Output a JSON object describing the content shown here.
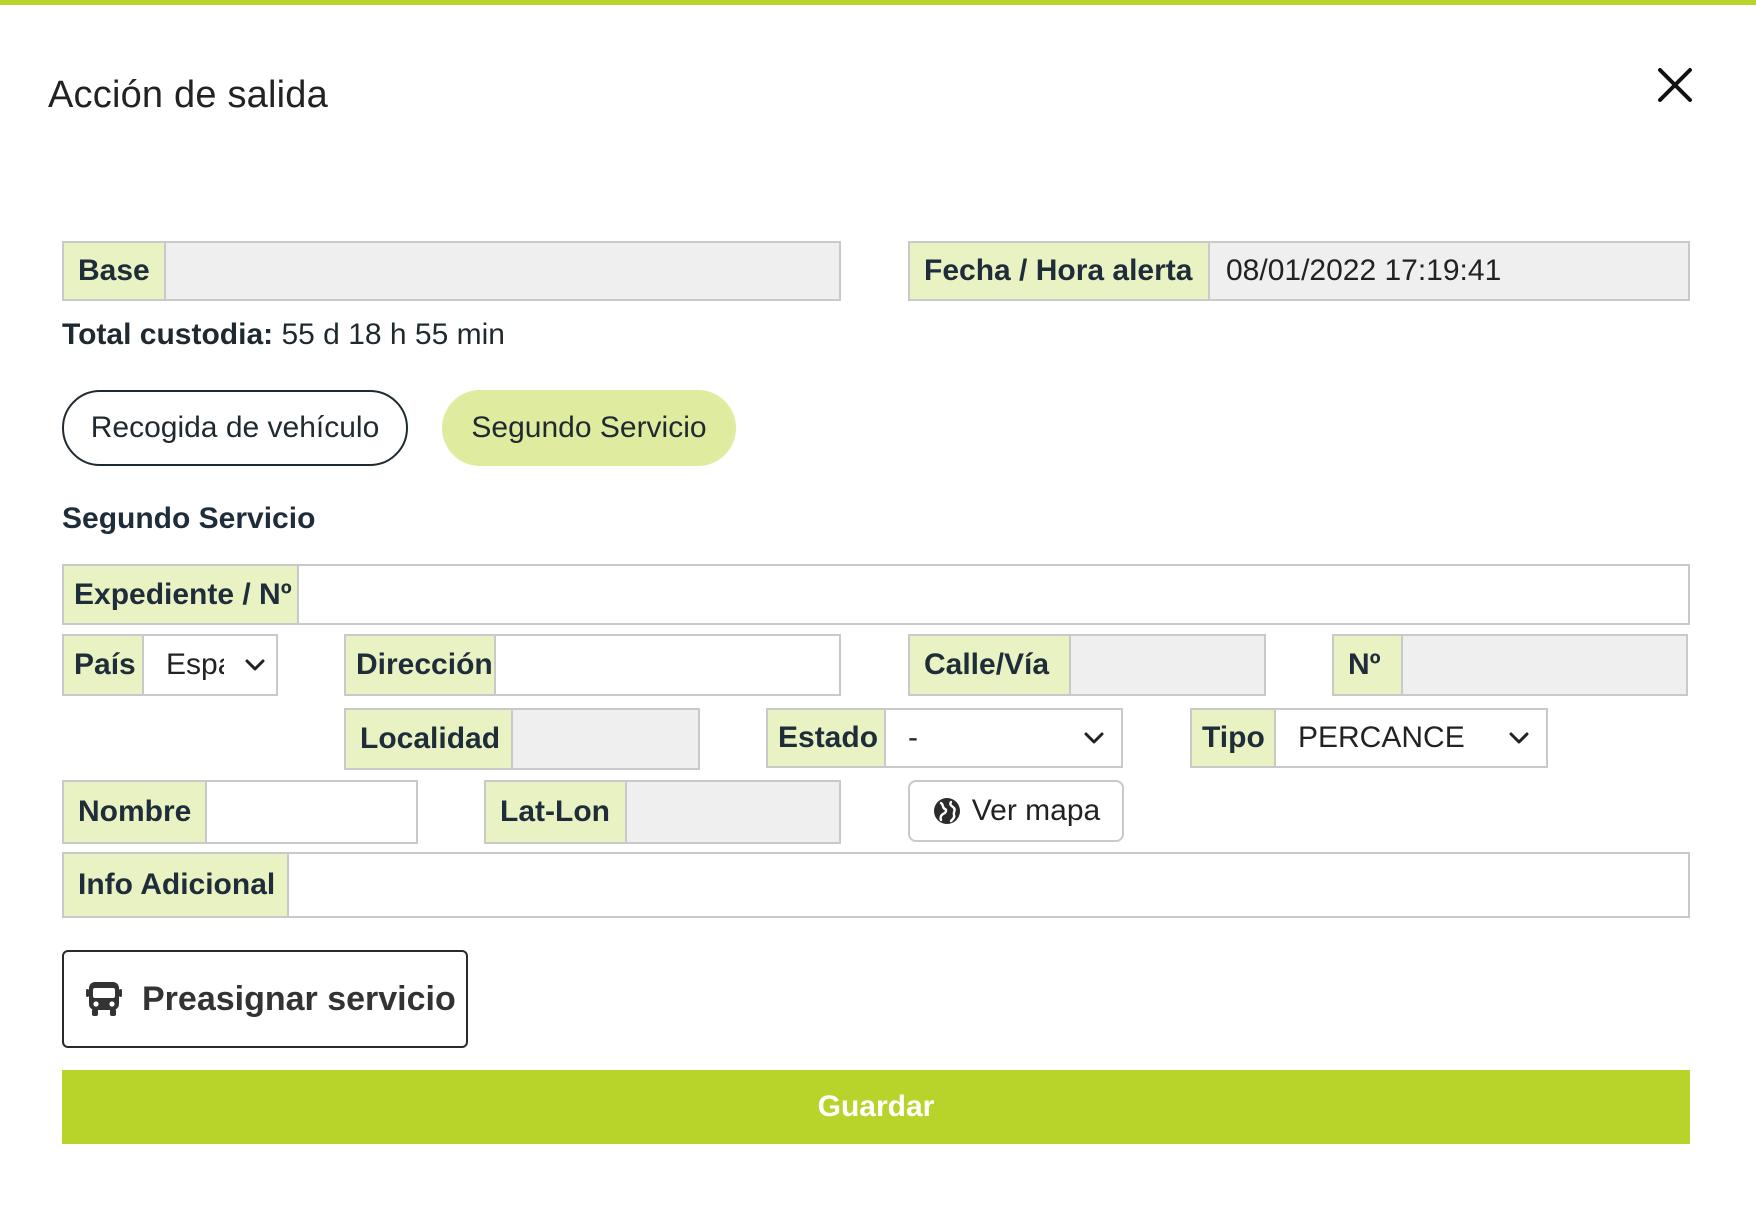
{
  "modal": {
    "title": "Acción de salida",
    "close_icon": "close-icon",
    "accent_color": "#b8d42a"
  },
  "header_fields": {
    "base": {
      "label": "Base",
      "value": ""
    },
    "alert_datetime": {
      "label": "Fecha / Hora alerta",
      "value": "08/01/2022 17:19:41"
    }
  },
  "total_custody": {
    "label": "Total custodia:",
    "value": "55 d 18 h 55 min"
  },
  "mode_buttons": [
    {
      "label": "Recogida de vehículo",
      "active": false
    },
    {
      "label": "Segundo Servicio",
      "active": true
    }
  ],
  "second_service": {
    "section_title": "Segundo Servicio",
    "expediente": {
      "label": "Expediente / Nº",
      "value": ""
    },
    "pais": {
      "label": "País",
      "value": "Espa"
    },
    "direccion": {
      "label": "Dirección",
      "value": ""
    },
    "calle": {
      "label": "Calle/Vía",
      "value": ""
    },
    "numero": {
      "label": "Nº",
      "value": ""
    },
    "localidad": {
      "label": "Localidad",
      "value": ""
    },
    "estado": {
      "label": "Estado",
      "value": "-"
    },
    "tipo": {
      "label": "Tipo",
      "value": "PERCANCE"
    },
    "nombre": {
      "label": "Nombre",
      "value": ""
    },
    "latlon": {
      "label": "Lat-Lon",
      "value": ""
    },
    "map_button": {
      "label": "Ver mapa",
      "icon": "globe-icon"
    },
    "info": {
      "label": "Info Adicional",
      "value": ""
    }
  },
  "actions": {
    "preassign": {
      "label": "Preasignar servicio",
      "icon": "bus-icon"
    },
    "save": {
      "label": "Guardar"
    }
  }
}
